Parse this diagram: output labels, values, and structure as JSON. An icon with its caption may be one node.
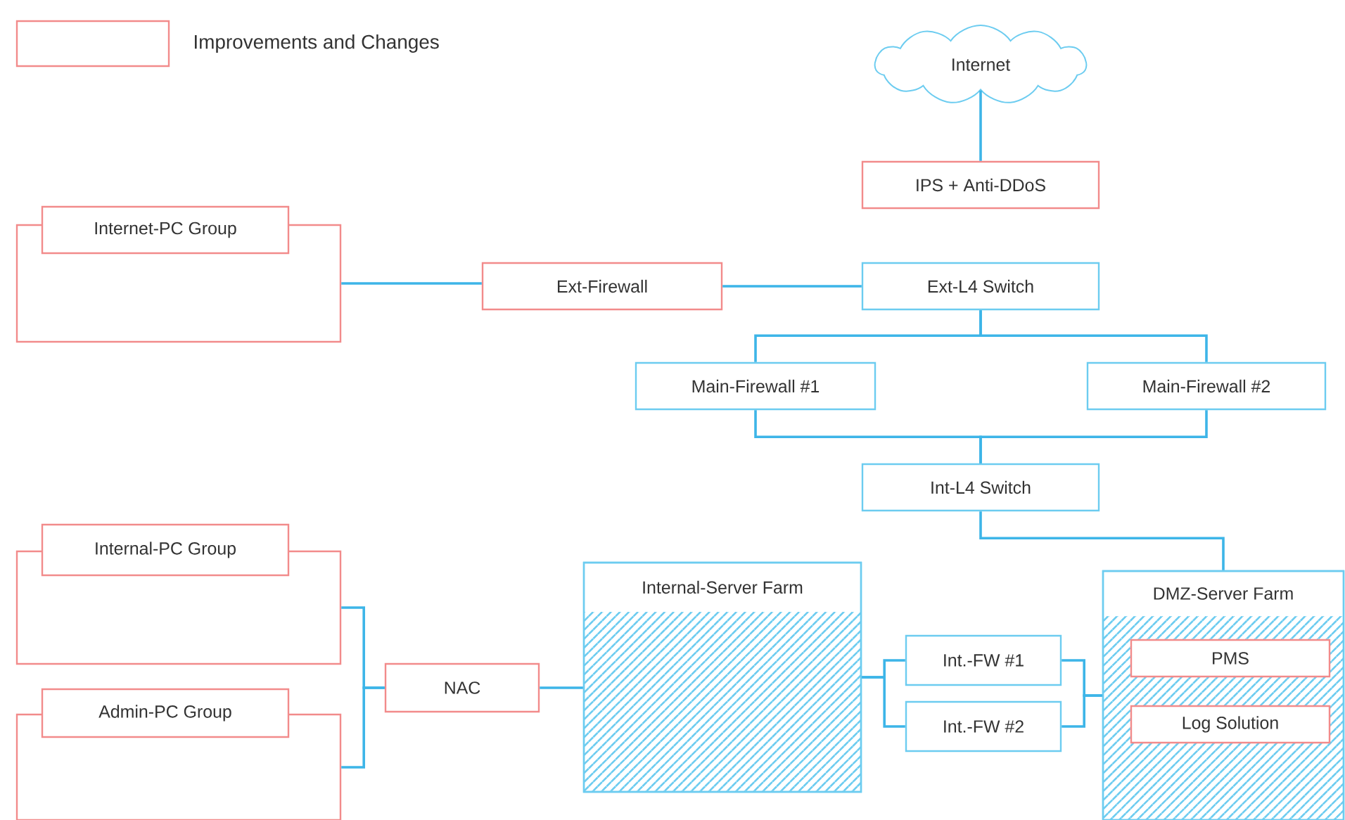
{
  "diagram": {
    "nodes": [
      {
        "text": [
          "Internet"
        ]
      },
      {
        "text": [
          "IPS + Anti-DDoS"
        ]
      },
      {
        "text": [
          "Internet-PC Group"
        ]
      },
      {
        "text": [
          "Ext-Firewall"
        ]
      },
      {
        "text": [
          "Ext-L4 Switch"
        ]
      },
      {
        "text": [
          "Main-Firewall #1"
        ]
      },
      {
        "text": [
          "Main-Firewall #2"
        ]
      },
      {
        "text": [
          "Int-L4 Switch"
        ]
      },
      {
        "text": [
          "Internal-PC Group"
        ]
      },
      {
        "text": [
          "Admin-PC Group"
        ]
      },
      {
        "text": [
          "NAC"
        ]
      },
      {
        "text": [
          "Internal-Server Farm"
        ]
      },
      {
        "text": [
          "Int.-FW #1"
        ]
      },
      {
        "text": [
          "Int.-FW #2"
        ]
      },
      {
        "text": [
          "DMZ-Server Farm"
        ]
      },
      {
        "text": [
          "PMS"
        ],
        "in": 14
      },
      {
        "text": [
          "Log Solution"
        ],
        "in": 14
      }
    ],
    "edges": [
      {
        "from": 0,
        "to": 1,
        "arrow": "none"
      },
      {
        "from": 2,
        "to": 3,
        "arrow": "none"
      },
      {
        "from": 3,
        "to": 4,
        "arrow": "none"
      },
      {
        "from": 4,
        "to": 5,
        "arrow": "none"
      },
      {
        "from": 4,
        "to": 6,
        "arrow": "none"
      },
      {
        "from": 5,
        "to": 7,
        "arrow": "none"
      },
      {
        "from": 6,
        "to": 7,
        "arrow": "none"
      },
      {
        "from": 7,
        "to": 14,
        "arrow": "none"
      },
      {
        "from": 8,
        "to": 10,
        "arrow": "none"
      },
      {
        "from": 9,
        "to": 10,
        "arrow": "none"
      },
      {
        "from": 10,
        "to": 11,
        "arrow": "none"
      },
      {
        "from": 11,
        "to": 12,
        "arrow": "none"
      },
      {
        "from": 11,
        "to": 13,
        "arrow": "none"
      },
      {
        "from": 12,
        "to": 14,
        "arrow": "none"
      },
      {
        "from": 13,
        "to": 14,
        "arrow": "none"
      }
    ],
    "legend": [
      {
        "text": "Improvements and Changes"
      }
    ]
  }
}
